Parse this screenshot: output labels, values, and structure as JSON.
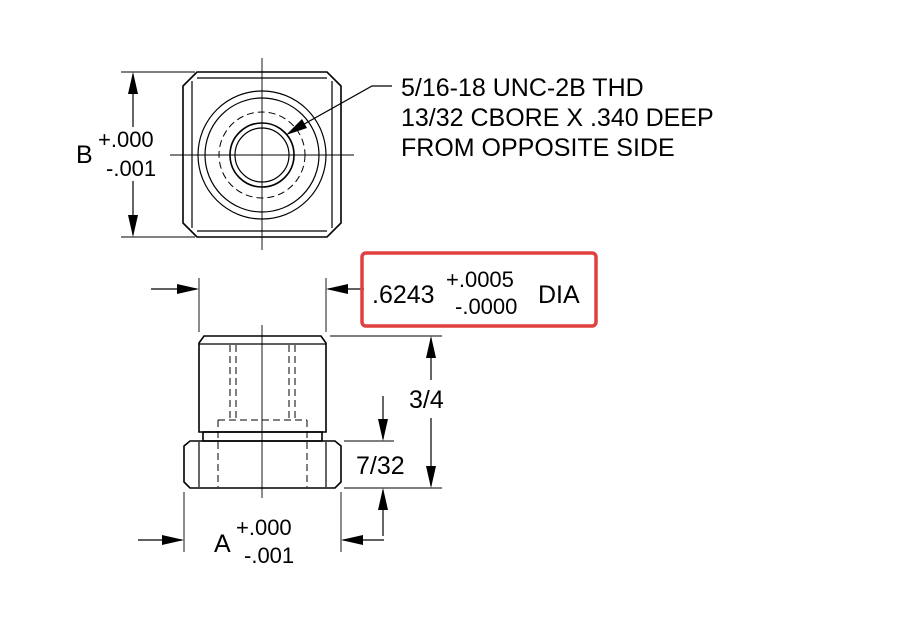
{
  "callout_thread": {
    "line1": "5/16-18 UNC-2B THD",
    "line2": "13/32 CBORE X .340 DEEP",
    "line3": "FROM OPPOSITE SIDE"
  },
  "dim_b": {
    "letter": "B",
    "plus": "+.000",
    "minus": "-.001"
  },
  "dim_a": {
    "letter": "A",
    "plus": "+.000",
    "minus": "-.001"
  },
  "dim_dia": {
    "value": ".6243",
    "plus": "+.0005",
    "minus": "-.0000",
    "suffix": "DIA"
  },
  "dim_height": "3/4",
  "dim_flange": "7/32",
  "highlight_color": "#e0403f"
}
